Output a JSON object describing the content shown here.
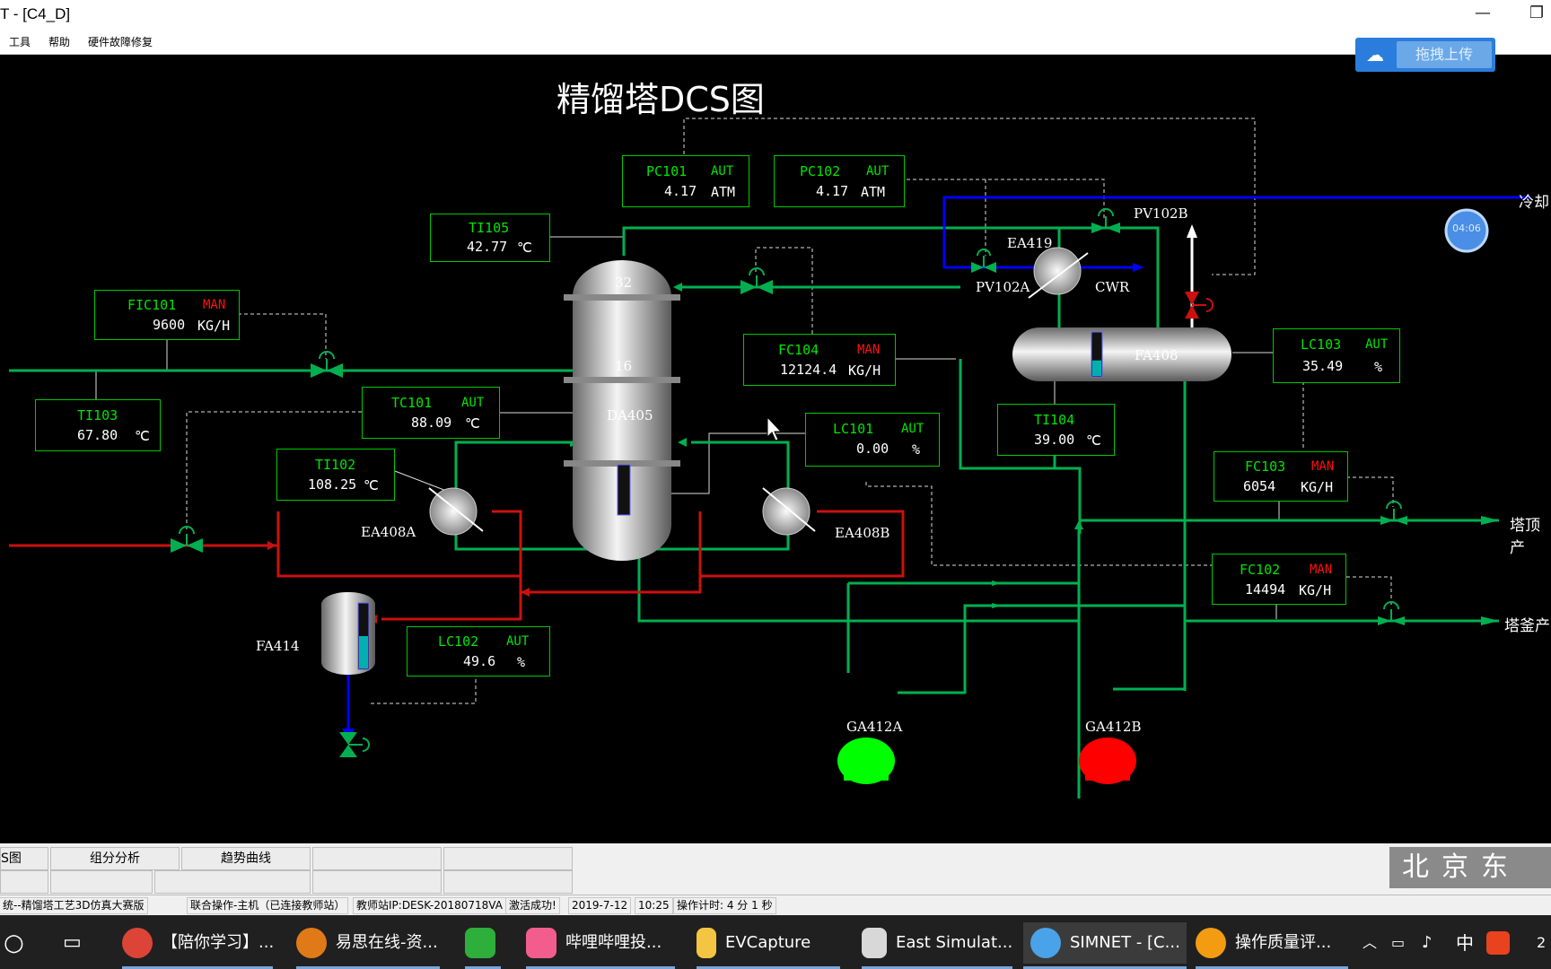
{
  "window": {
    "title": "T - [C4_D]",
    "maximize_glyph": "❐",
    "minimize_glyph": "—"
  },
  "menu": {
    "items": [
      "工具",
      "帮助",
      "硬件故障修复"
    ]
  },
  "upload_button": {
    "label": "拖拽上传",
    "icon": "cloud-icon"
  },
  "diagram": {
    "title": "精馏塔DCS图",
    "timer": "04:06",
    "controllers": {
      "pc101": {
        "tag": "PC101",
        "status": "AUT",
        "value": "4.17",
        "unit": "ATM"
      },
      "pc102": {
        "tag": "PC102",
        "status": "AUT",
        "value": "4.17",
        "unit": "ATM"
      },
      "ti105": {
        "tag": "TI105",
        "value": "42.77",
        "unit": "℃"
      },
      "fic101": {
        "tag": "FIC101",
        "status": "MAN",
        "value": "9600",
        "unit": "KG/H"
      },
      "fc104": {
        "tag": "FC104",
        "status": "MAN",
        "value": "12124.4",
        "unit": "KG/H"
      },
      "ti103": {
        "tag": "TI103",
        "value": "67.80",
        "unit": "℃"
      },
      "tc101": {
        "tag": "TC101",
        "status": "AUT",
        "value": "88.09",
        "unit": "℃"
      },
      "lc101": {
        "tag": "LC101",
        "status": "AUT",
        "value": "0.00",
        "unit": "%"
      },
      "ti102": {
        "tag": "TI102",
        "value": "108.25",
        "unit": "℃"
      },
      "lc102": {
        "tag": "LC102",
        "status": "AUT",
        "value": "49.6",
        "unit": "%"
      },
      "lc103": {
        "tag": "LC103",
        "status": "AUT",
        "value": "35.49",
        "unit": "%"
      },
      "ti104": {
        "tag": "TI104",
        "value": "39.00",
        "unit": "℃"
      },
      "fc103": {
        "tag": "FC103",
        "status": "MAN",
        "value": "6054",
        "unit": "KG/H"
      },
      "fc102": {
        "tag": "FC102",
        "status": "MAN",
        "value": "14494",
        "unit": "KG/H"
      }
    },
    "labels": {
      "tray_top": "32",
      "tray_mid": "16",
      "column": "DA405",
      "ea408a": "EA408A",
      "ea408b": "EA408B",
      "fa414": "FA414",
      "ea419": "EA419",
      "pv102a": "PV102A",
      "pv102b": "PV102B",
      "cwr": "CWR",
      "fa408": "FA408",
      "ga412a": "GA412A",
      "ga412b": "GA412B",
      "cooling": "冷却",
      "top_product": "塔顶产",
      "bottom_product": "塔釜产"
    },
    "levels": {
      "fa414": 0.5,
      "fa408": 0.36
    },
    "colors": {
      "green_pipe": "#00b050",
      "red_pipe": "#cc1010",
      "blue_pipe": "#0000ff",
      "text_green": "#00e600",
      "text_red": "#ff1010",
      "pump_a": "#00ff00",
      "pump_b": "#ff0000"
    }
  },
  "tabs": {
    "row1": [
      "S图",
      "组分分析",
      "趋势曲线",
      "",
      ""
    ],
    "row2": [
      "",
      "",
      "",
      "",
      ""
    ]
  },
  "brand_logo": "北京东方",
  "status_bar": [
    "统--精馏塔工艺3D仿真大赛版",
    "联合操作-主机（已连接教师站）",
    "教师站IP:DESK-20180718VA",
    "激活成功!",
    "2019-7-12",
    "10:25",
    "操作计时: 4 分 1 秒"
  ],
  "taskbar": {
    "items": [
      {
        "label": "【陪你学习】...",
        "icon": "chrome-icon"
      },
      {
        "label": "易思在线-资...",
        "icon": "browser-icon"
      },
      {
        "label": "",
        "icon": "app-icon"
      },
      {
        "label": "哔哩哔哩投...",
        "icon": "bilibili-icon"
      },
      {
        "label": "EVCapture",
        "icon": "folder-icon"
      },
      {
        "label": "East Simulat...",
        "icon": "window-icon"
      },
      {
        "label": "SIMNET - [C...",
        "icon": "gear-icon"
      },
      {
        "label": "操作质量评...",
        "icon": "sun-icon"
      }
    ],
    "tray": {
      "ime": "中",
      "clock": "2"
    }
  }
}
